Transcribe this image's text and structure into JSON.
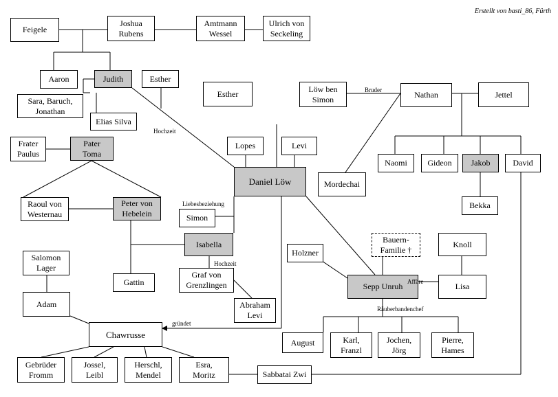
{
  "credit": "Erstellt von basti_86, Fürth",
  "nodes": {
    "feigele": "Feigele",
    "joshua": "Joshua\nRubens",
    "amtmann": "Amtmann\nWessel",
    "ulrich": "Ulrich von\nSeckeling",
    "aaron": "Aaron",
    "judith": "Judith",
    "esther1": "Esther",
    "sara": "Sara, Baruch,\nJonathan",
    "elias": "Elias Silva",
    "esther2": "Esther",
    "loew_ben_simon": "Löw ben\nSimon",
    "nathan": "Nathan",
    "jettel": "Jettel",
    "frater": "Frater\nPaulus",
    "pater": "Pater\nToma",
    "lopes": "Lopes",
    "levi": "Levi",
    "naomi": "Naomi",
    "gideon": "Gideon",
    "jakob": "Jakob",
    "david": "David",
    "daniel": "Daniel Löw",
    "mordechai": "Mordechai",
    "raoul": "Raoul von\nWesternau",
    "peter": "Peter von\nHebelein",
    "bekka": "Bekka",
    "simon": "Simon",
    "isabella": "Isabella",
    "bauern": "Bauern-\nFamilie †",
    "knoll": "Knoll",
    "holzner": "Holzner",
    "salomon": "Salomon\nLager",
    "graf": "Graf von\nGrenzlingen",
    "gattin": "Gattin",
    "sepp": "Sepp Unruh",
    "lisa": "Lisa",
    "adam": "Adam",
    "abraham": "Abraham\nLevi",
    "chawrusse": "Chawrusse",
    "august": "August",
    "karl": "Karl,\nFranzl",
    "jochen": "Jochen,\nJörg",
    "pierre": "Pierre,\nHames",
    "gebrueder": "Gebrüder\nFromm",
    "jossel": "Jossel,\nLeibl",
    "herschl": "Herschl,\nMendel",
    "esra": "Esra,\nMoritz",
    "sabbatai": "Sabbatai Zwi"
  },
  "edge_labels": {
    "hochzeit1": "Hochzeit",
    "bruder": "Bruder",
    "liebesbeziehung": "Liebesbeziehung",
    "hochzeit2": "Hochzeit",
    "affaere": "Affäre",
    "raeuberbandenchef": "Räuberbandenchef",
    "gruendet": "gründet"
  },
  "highlight_color": "#c8c8c8"
}
